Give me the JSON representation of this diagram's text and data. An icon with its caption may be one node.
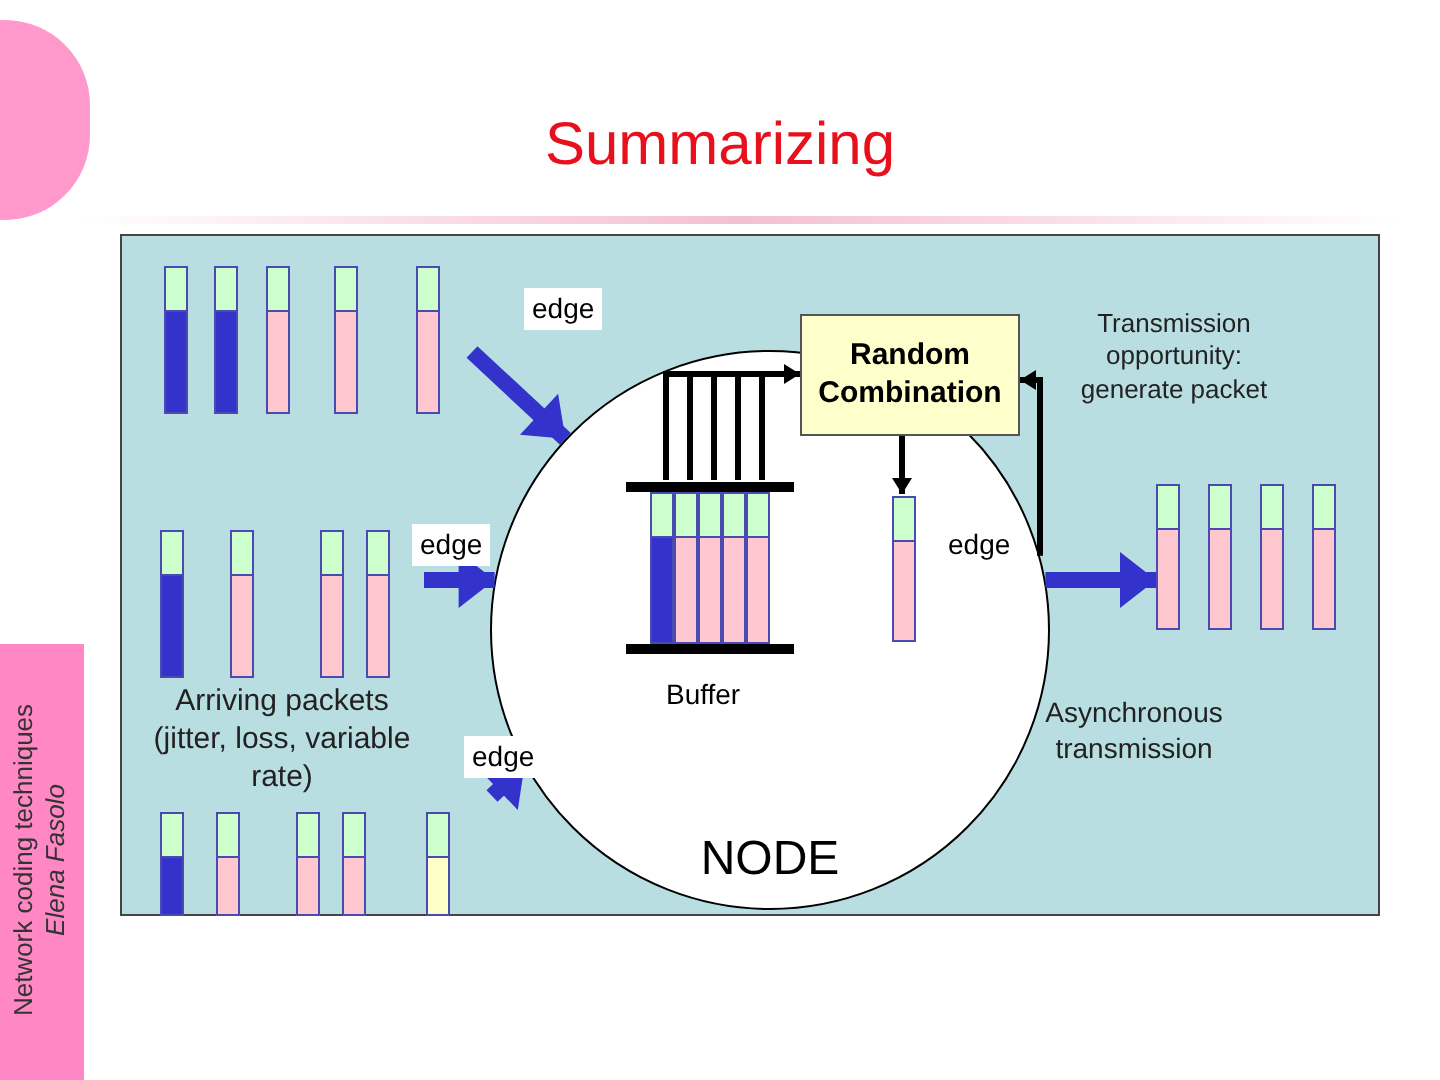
{
  "diagram": {
    "title": "Summarizing",
    "nodes": [
      {
        "text": [
          "NODE"
        ]
      },
      {
        "text": [
          "Random Combination"
        ]
      },
      {
        "text": [],
        "shape": "box",
        "beside": [
          "Buffer"
        ],
        "in": 0
      },
      {
        "text": [],
        "shape": "bar",
        "in": 0
      },
      {
        "text": [],
        "shape": "bar"
      },
      {
        "text": [],
        "shape": "bar"
      },
      {
        "text": [],
        "shape": "bar"
      },
      {
        "text": [],
        "shape": "bar"
      },
      {
        "text": [],
        "shape": "bar"
      },
      {
        "text": [],
        "shape": "bar"
      },
      {
        "text": [],
        "shape": "bar"
      },
      {
        "text": [],
        "shape": "bar"
      },
      {
        "text": [],
        "shape": "bar"
      },
      {
        "text": [],
        "shape": "bar"
      },
      {
        "text": [],
        "shape": "bar"
      },
      {
        "text": [],
        "shape": "bar"
      },
      {
        "text": [],
        "shape": "bar"
      },
      {
        "text": [],
        "shape": "bar"
      },
      {
        "text": [],
        "shape": "bar"
      },
      {
        "text": [],
        "shape": "bar"
      },
      {
        "text": [],
        "shape": "bar"
      },
      {
        "text": [],
        "shape": "bar"
      }
    ],
    "edges": [
      {
        "from": null,
        "to": 0,
        "arrow": "to",
        "label": "edge",
        "color": "#3333cc"
      },
      {
        "from": null,
        "to": 0,
        "arrow": "to",
        "label": "edge",
        "color": "#3333cc"
      },
      {
        "from": null,
        "to": 0,
        "arrow": "to",
        "label": "edge",
        "color": "#3333cc"
      },
      {
        "from": 2,
        "to": 1,
        "arrow": "to",
        "color": "#000000"
      },
      {
        "from": 1,
        "to": 3,
        "arrow": "to",
        "color": "#000000"
      },
      {
        "from": 0,
        "to": 13,
        "arrow": "to",
        "label": "edge",
        "color": "#3333cc"
      },
      {
        "from": 0,
        "to": 1,
        "arrow": "to",
        "color": "#000000"
      }
    ],
    "labels": [
      "Transmission opportunity: generate packet",
      "Arriving packets (jitter, loss, variable rate)",
      "Asynchronous transmission",
      "Network coding techniques",
      "Elena Fasolo"
    ]
  }
}
